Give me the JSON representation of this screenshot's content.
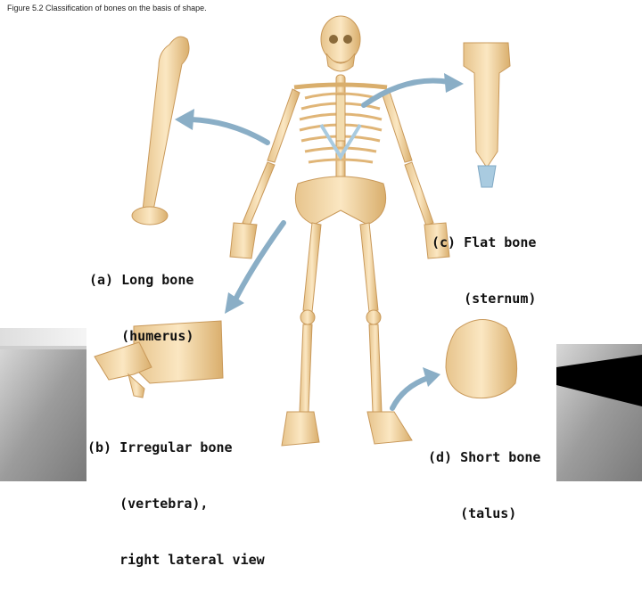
{
  "caption": "Figure 5.2 Classification of bones on the basis of shape.",
  "labels": {
    "long_bone": [
      "(a) Long bone",
      "    (humerus)"
    ],
    "irregular_bone": [
      "(b) Irregular bone",
      "    (vertebra),",
      "    right lateral view"
    ],
    "flat_bone": [
      "(c) Flat bone",
      "    (sternum)"
    ],
    "short_bone": [
      "(d) Short bone",
      "    (talus)"
    ]
  },
  "colors": {
    "bone": "#f1d5a3",
    "bone_shade": "#d9ae6c",
    "cartilage": "#a9cbe0",
    "arrow": "#8aaec6",
    "slide_gray": "#9a9a9a",
    "slide_black": "#000000"
  }
}
